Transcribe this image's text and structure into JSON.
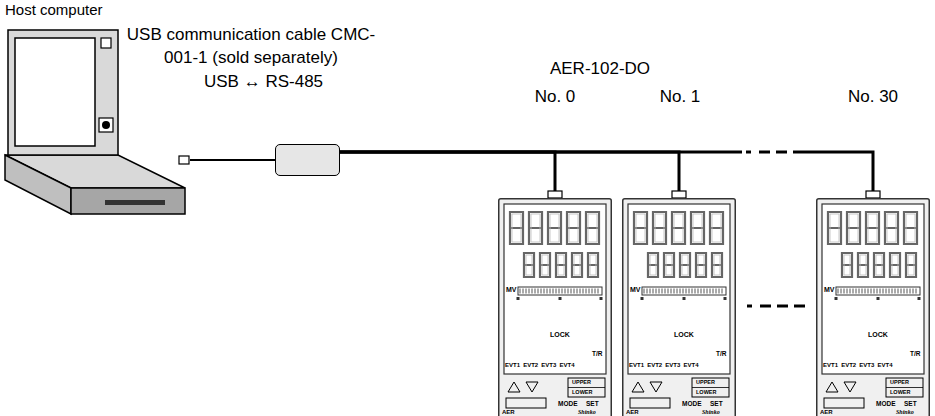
{
  "diagram": {
    "nodes": [
      {
        "text": [
          "Host computer"
        ]
      },
      {
        "text": [
          "USB communication cable CMC-001-1 (sold separately)",
          "USB ↔ RS-485"
        ]
      },
      {
        "text": [
          "MV",
          "LOCK",
          "T/R",
          "EVT1 EVT2 EVT3 EVT4",
          "UPPER",
          "LOWER",
          "MODE",
          "SET",
          "AER",
          "Shinko"
        ]
      },
      {
        "text": [
          "MV",
          "LOCK",
          "T/R",
          "EVT1 EVT2 EVT3 EVT4",
          "UPPER",
          "LOWER",
          "MODE",
          "SET",
          "AER",
          "Shinko"
        ]
      },
      {
        "text": [
          "MV",
          "LOCK",
          "T/R",
          "EVT1 EVT2 EVT3 EVT4",
          "UPPER",
          "LOWER",
          "MODE",
          "SET",
          "AER",
          "Shinko"
        ]
      }
    ],
    "edges": [
      {
        "from": 0,
        "to": 1,
        "arrow": "none"
      },
      {
        "from": 1,
        "to": 2,
        "arrow": "none"
      },
      {
        "from": 1,
        "to": 3,
        "arrow": "none"
      },
      {
        "from": 1,
        "to": 4,
        "arrow": "none"
      }
    ],
    "labels": [
      "AER-102-DO",
      "No. 0",
      "No. 1",
      "No. 30"
    ]
  }
}
